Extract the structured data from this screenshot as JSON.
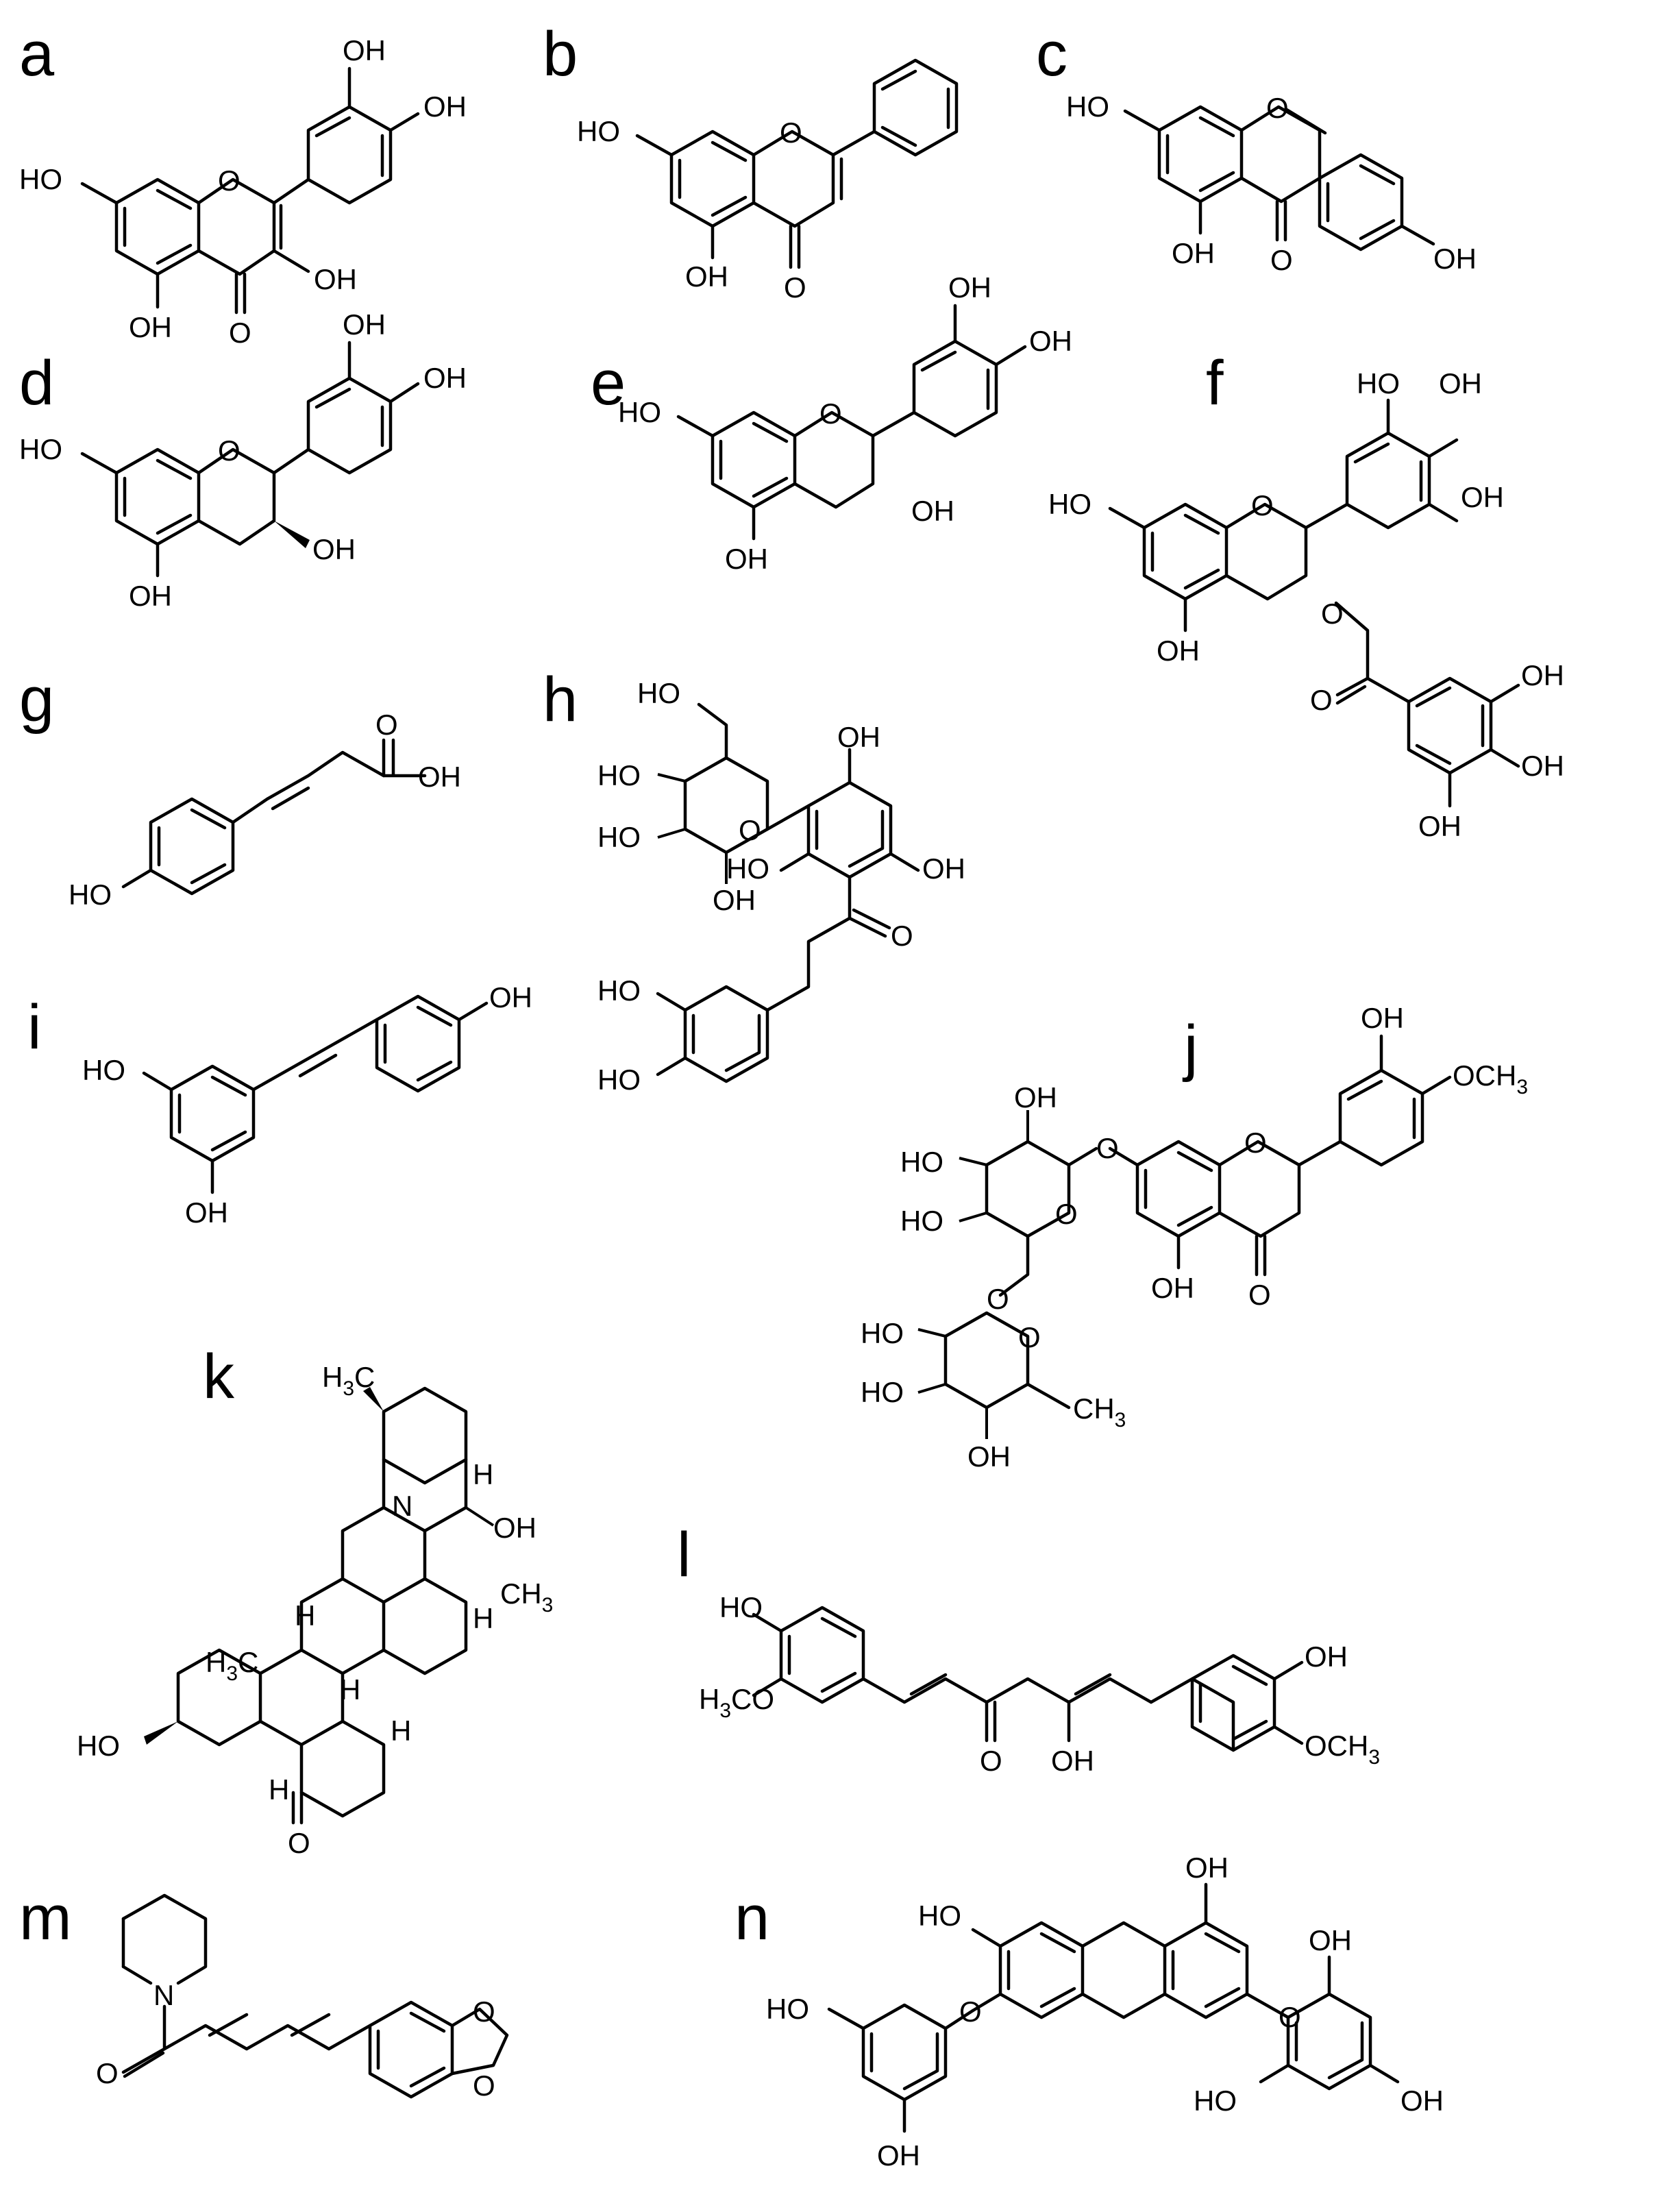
{
  "figure": {
    "panels": [
      {
        "id": "a",
        "letter": "a"
      },
      {
        "id": "b",
        "letter": "b"
      },
      {
        "id": "c",
        "letter": "c"
      },
      {
        "id": "d",
        "letter": "d"
      },
      {
        "id": "e",
        "letter": "e"
      },
      {
        "id": "f",
        "letter": "f"
      },
      {
        "id": "g",
        "letter": "g"
      },
      {
        "id": "h",
        "letter": "h"
      },
      {
        "id": "i",
        "letter": "i"
      },
      {
        "id": "j",
        "letter": "j"
      },
      {
        "id": "k",
        "letter": "k"
      },
      {
        "id": "l",
        "letter": "l"
      },
      {
        "id": "m",
        "letter": "m"
      },
      {
        "id": "n",
        "letter": "n"
      }
    ]
  },
  "labels": {
    "OH": "OH",
    "HO": "HO",
    "O": "O",
    "N": "N",
    "H": "H",
    "OCH": "OCH",
    "H3C_main": "H",
    "C": "C",
    "CO": "CO",
    "CH": "CH",
    "three": "3"
  },
  "colors": {
    "ink": "#000000",
    "background": "#ffffff"
  }
}
